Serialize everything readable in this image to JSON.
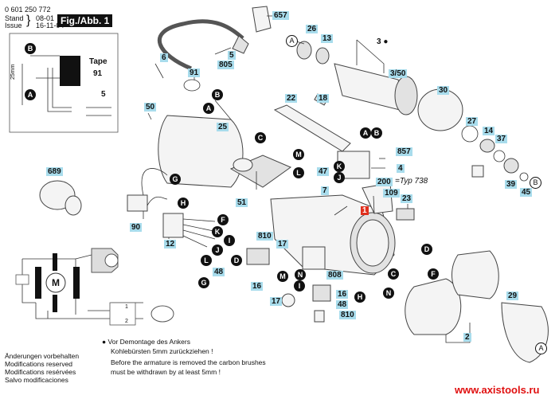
{
  "header": {
    "part_number": "0 601 250 772",
    "stand_label": "Stand",
    "issue_label": "Issue",
    "stand_value": "08-01",
    "issue_value": "16-11-04",
    "figure_label": "Fig./Abb. 1"
  },
  "inset": {
    "tape_label": "Tape",
    "part_91": "91",
    "part_5": "5",
    "dimension": "25mm",
    "callout_a": "A",
    "callout_b": "B"
  },
  "parts": {
    "p657": "657",
    "p26": "26",
    "p13": "13",
    "p3": "3",
    "p3_50": "3/50",
    "p6": "6",
    "p5": "5",
    "p805": "805",
    "p91": "91",
    "p22": "22",
    "p18": "18",
    "p30": "30",
    "p50": "50",
    "p25": "25",
    "p27": "27",
    "p14": "14",
    "p37": "37",
    "p857": "857",
    "p4": "4",
    "p39": "39",
    "p45": "45",
    "p47": "47",
    "p7": "7",
    "p200": "200",
    "p200_note": "=Typ 738",
    "p109": "109",
    "p23": "23",
    "p1": "1",
    "p689": "689",
    "p51": "51",
    "p90": "90",
    "p12": "12",
    "p810a": "810",
    "p17a": "17",
    "p48a": "48",
    "p16a": "16",
    "p808": "808",
    "p16b": "16",
    "p48b": "48",
    "p17b": "17",
    "p810b": "810",
    "p2": "2",
    "p29": "29"
  },
  "callouts": {
    "A": "A",
    "B": "B",
    "C": "C",
    "D": "D",
    "F": "F",
    "G": "G",
    "H": "H",
    "I": "I",
    "J": "J",
    "K": "K",
    "L": "L",
    "M": "M",
    "N": "N"
  },
  "schematic": {
    "motor": "M",
    "pos1": "1",
    "pos2": "2"
  },
  "notes": {
    "modifications": [
      "Änderungen vorbehalten",
      "Modifications reserved",
      "Modifications resérvées",
      "Salvo modificaciones"
    ],
    "warning_de_1": "Vor Demontage des Ankers",
    "warning_de_2": "Kohlebürsten 5mm zurückziehen !",
    "warning_en_1": "Before the armature is removed the carbon brushes",
    "warning_en_2": "must be withdrawn by at least 5mm !"
  },
  "watermark": "www.axistools.ru"
}
